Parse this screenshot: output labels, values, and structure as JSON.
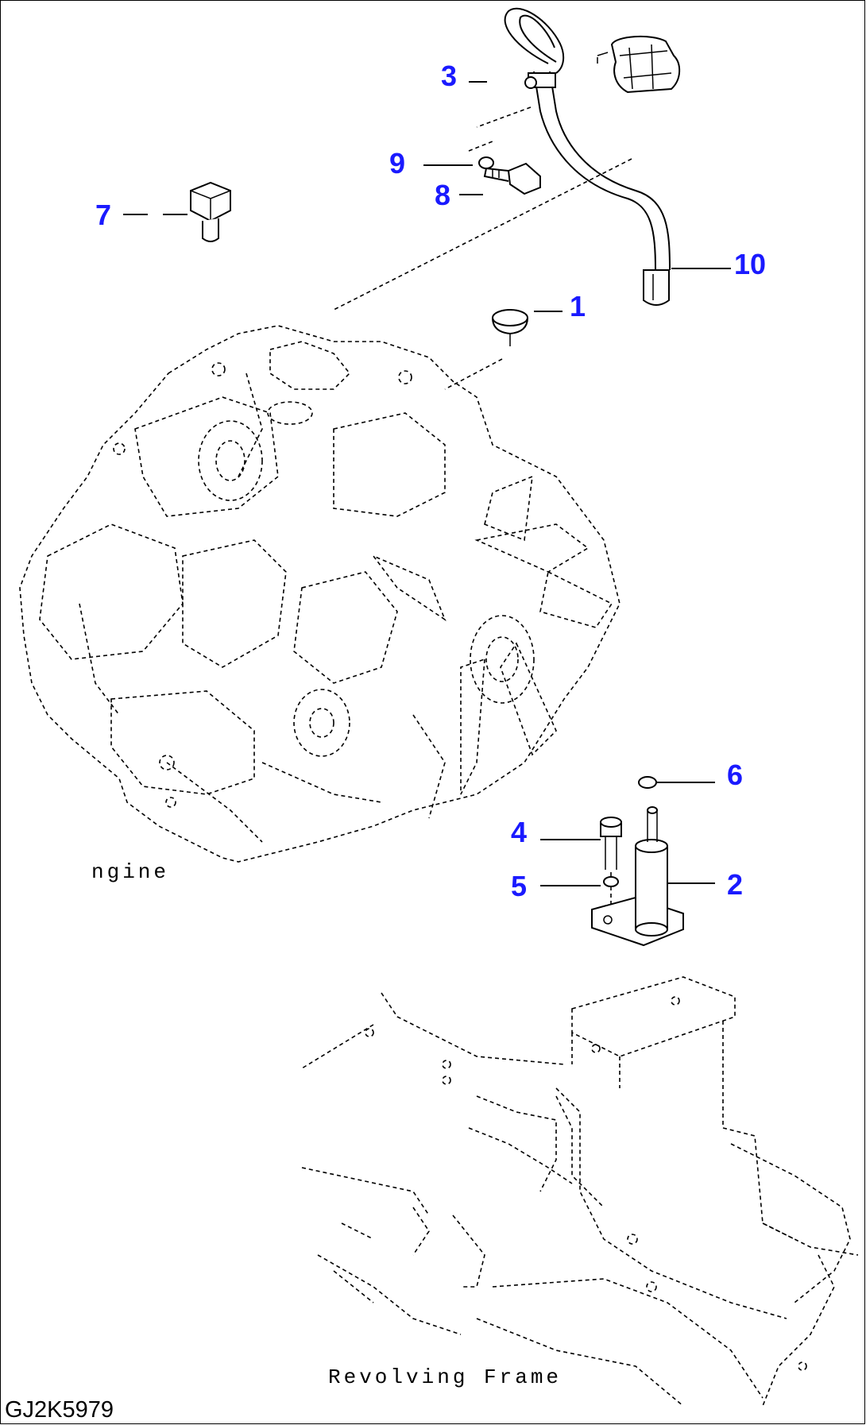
{
  "callouts": [
    {
      "id": "1",
      "label": "1"
    },
    {
      "id": "2",
      "label": "2"
    },
    {
      "id": "3",
      "label": "3"
    },
    {
      "id": "4",
      "label": "4"
    },
    {
      "id": "5",
      "label": "5"
    },
    {
      "id": "6",
      "label": "6"
    },
    {
      "id": "7",
      "label": "7"
    },
    {
      "id": "8",
      "label": "8"
    },
    {
      "id": "9",
      "label": "9"
    },
    {
      "id": "10",
      "label": "10"
    }
  ],
  "captions": {
    "engine": "ngine",
    "revolving_frame": "Revolving Frame"
  },
  "drawing_id": "GJ2K5979",
  "colors": {
    "callout": "#1a1aff",
    "line": "#000000",
    "background": "#ffffff"
  }
}
